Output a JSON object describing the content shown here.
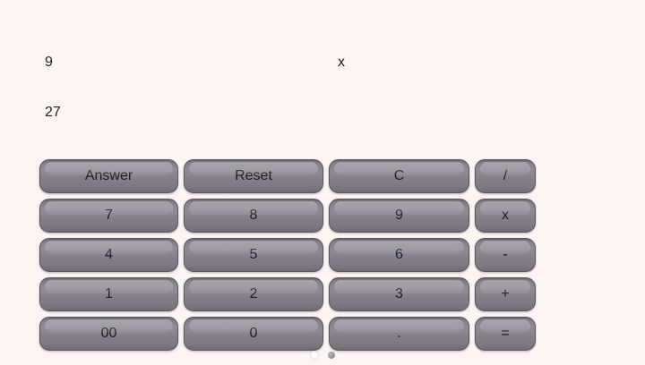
{
  "display": {
    "operand": "9",
    "operator": "x",
    "result": "27"
  },
  "keypad": {
    "rows": [
      {
        "keys": [
          {
            "label": "Answer"
          },
          {
            "label": "Reset"
          },
          {
            "label": "C"
          },
          {
            "label": "/"
          }
        ]
      },
      {
        "keys": [
          {
            "label": "7"
          },
          {
            "label": "8"
          },
          {
            "label": "9"
          },
          {
            "label": "x"
          }
        ]
      },
      {
        "keys": [
          {
            "label": "4"
          },
          {
            "label": "5"
          },
          {
            "label": "6"
          },
          {
            "label": "-"
          }
        ]
      },
      {
        "keys": [
          {
            "label": "1"
          },
          {
            "label": "2"
          },
          {
            "label": "3"
          },
          {
            "label": "+"
          }
        ]
      },
      {
        "keys": [
          {
            "label": "00"
          },
          {
            "label": "0"
          },
          {
            "label": "."
          },
          {
            "label": "="
          }
        ]
      }
    ]
  },
  "pager": {
    "dot_count": 2,
    "active_index": 0
  },
  "colors": {
    "background": "#fcf5f2",
    "button_base": "#86818b",
    "button_border": "#59545e",
    "button_text": "#1b1b1d",
    "display_text": "#222222"
  }
}
